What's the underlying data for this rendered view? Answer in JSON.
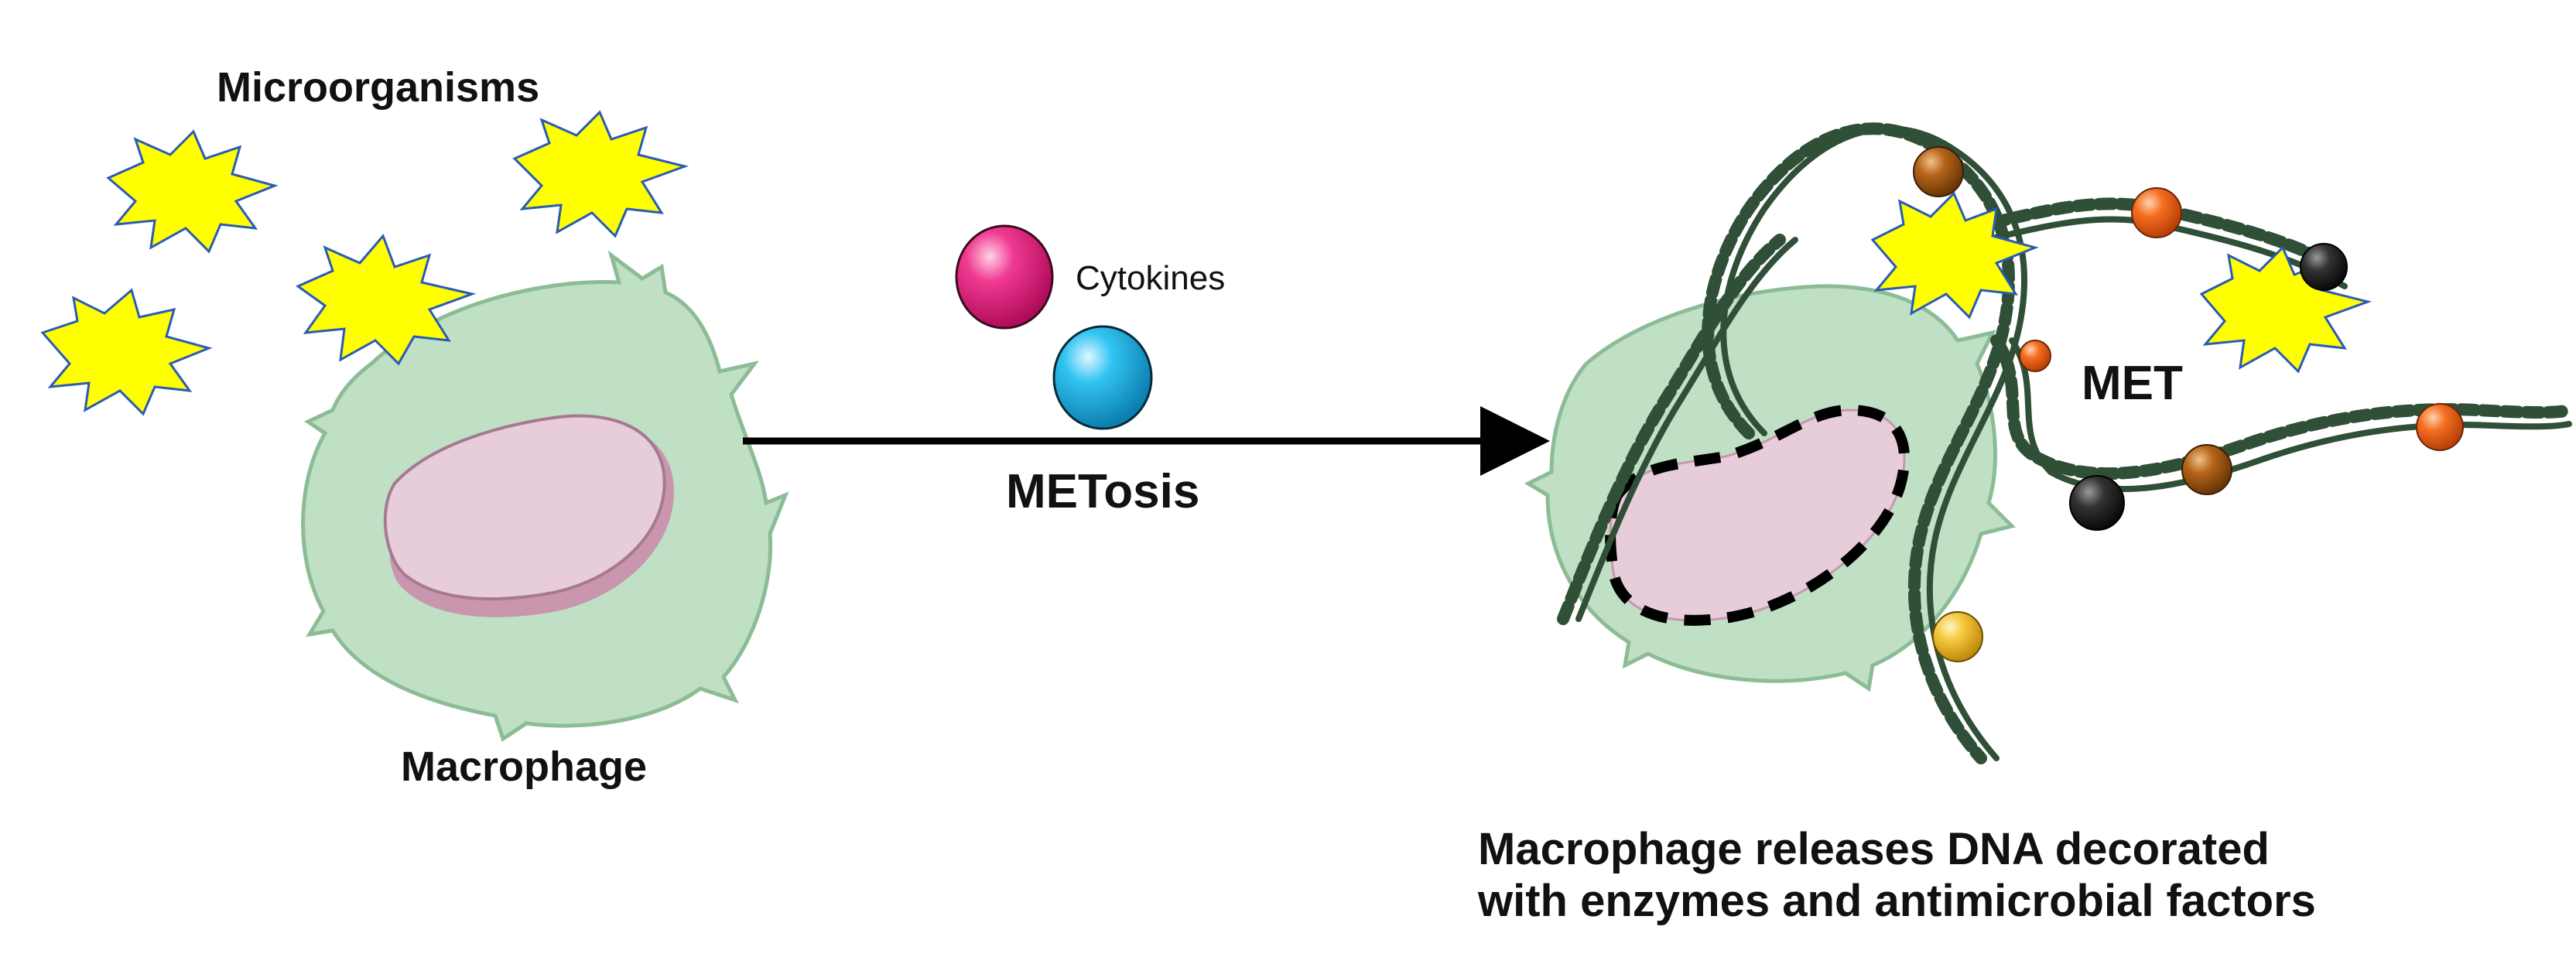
{
  "labels": {
    "microorganisms": "Microorganisms",
    "macrophage": "Macrophage",
    "cytokines": "Cytokines",
    "metosis": "METosis",
    "met": "MET",
    "release_line1": "Macrophage releases DNA decorated",
    "release_line2": "with enzymes and antimicrobial factors"
  },
  "colors": {
    "cell_fill": "#bfe0c4",
    "cell_stroke": "#8cbc95",
    "nucleus_fill": "#e7ccd9",
    "nucleus_shadow": "#c996ae",
    "microbe_fill": "#ffff00",
    "microbe_stroke": "#2a5bb5",
    "dna_strand": "#2f4f36",
    "cytokine_pink": "#e8157c",
    "cytokine_blue": "#1fb7ea",
    "bead_brown": "#a85a10",
    "bead_orange": "#f26a1b",
    "bead_black": "#222222",
    "bead_yellow": "#f2c230",
    "arrow": "#000000"
  }
}
